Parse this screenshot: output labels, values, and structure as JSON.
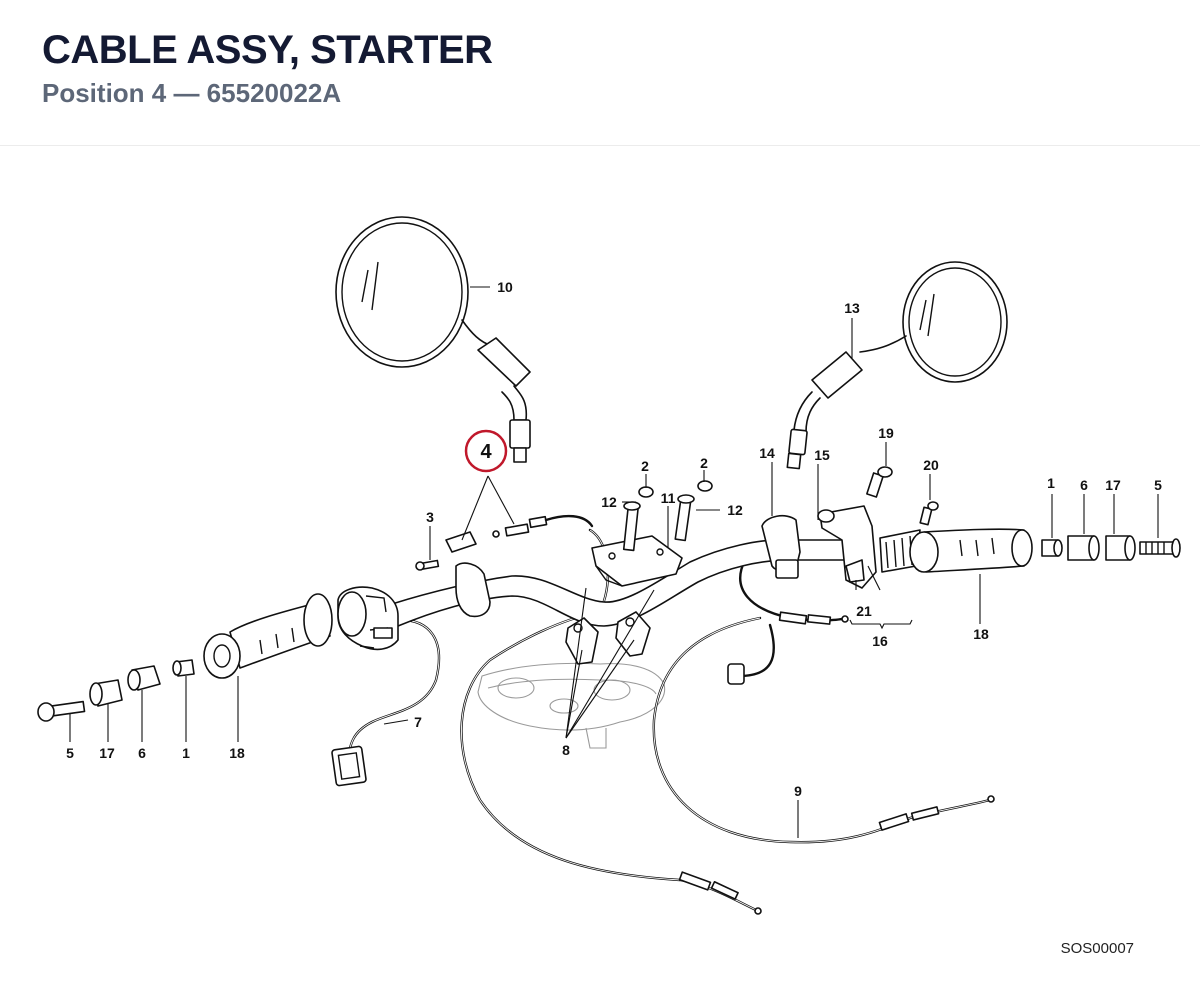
{
  "header": {
    "title": "CABLE ASSY, STARTER",
    "subtitle": "Position 4 — 65520022A"
  },
  "diagram": {
    "highlight": {
      "label": "4",
      "color": "#c0182b"
    },
    "callouts": {
      "c10": "10",
      "c13": "13",
      "c2a": "2",
      "c2b": "2",
      "c12a": "12",
      "c11": "11",
      "c12b": "12",
      "c3": "3",
      "c14": "14",
      "c15": "15",
      "c19": "19",
      "c20": "20",
      "c1r": "1",
      "c6r": "6",
      "c17r": "17",
      "c5r": "5",
      "c21": "21",
      "c16": "16",
      "c18r": "18",
      "c5l": "5",
      "c17l": "17",
      "c6l": "6",
      "c1l": "1",
      "c18l": "18",
      "c7": "7",
      "c8": "8",
      "c9": "9"
    },
    "drawing_code": "SOS00007"
  }
}
